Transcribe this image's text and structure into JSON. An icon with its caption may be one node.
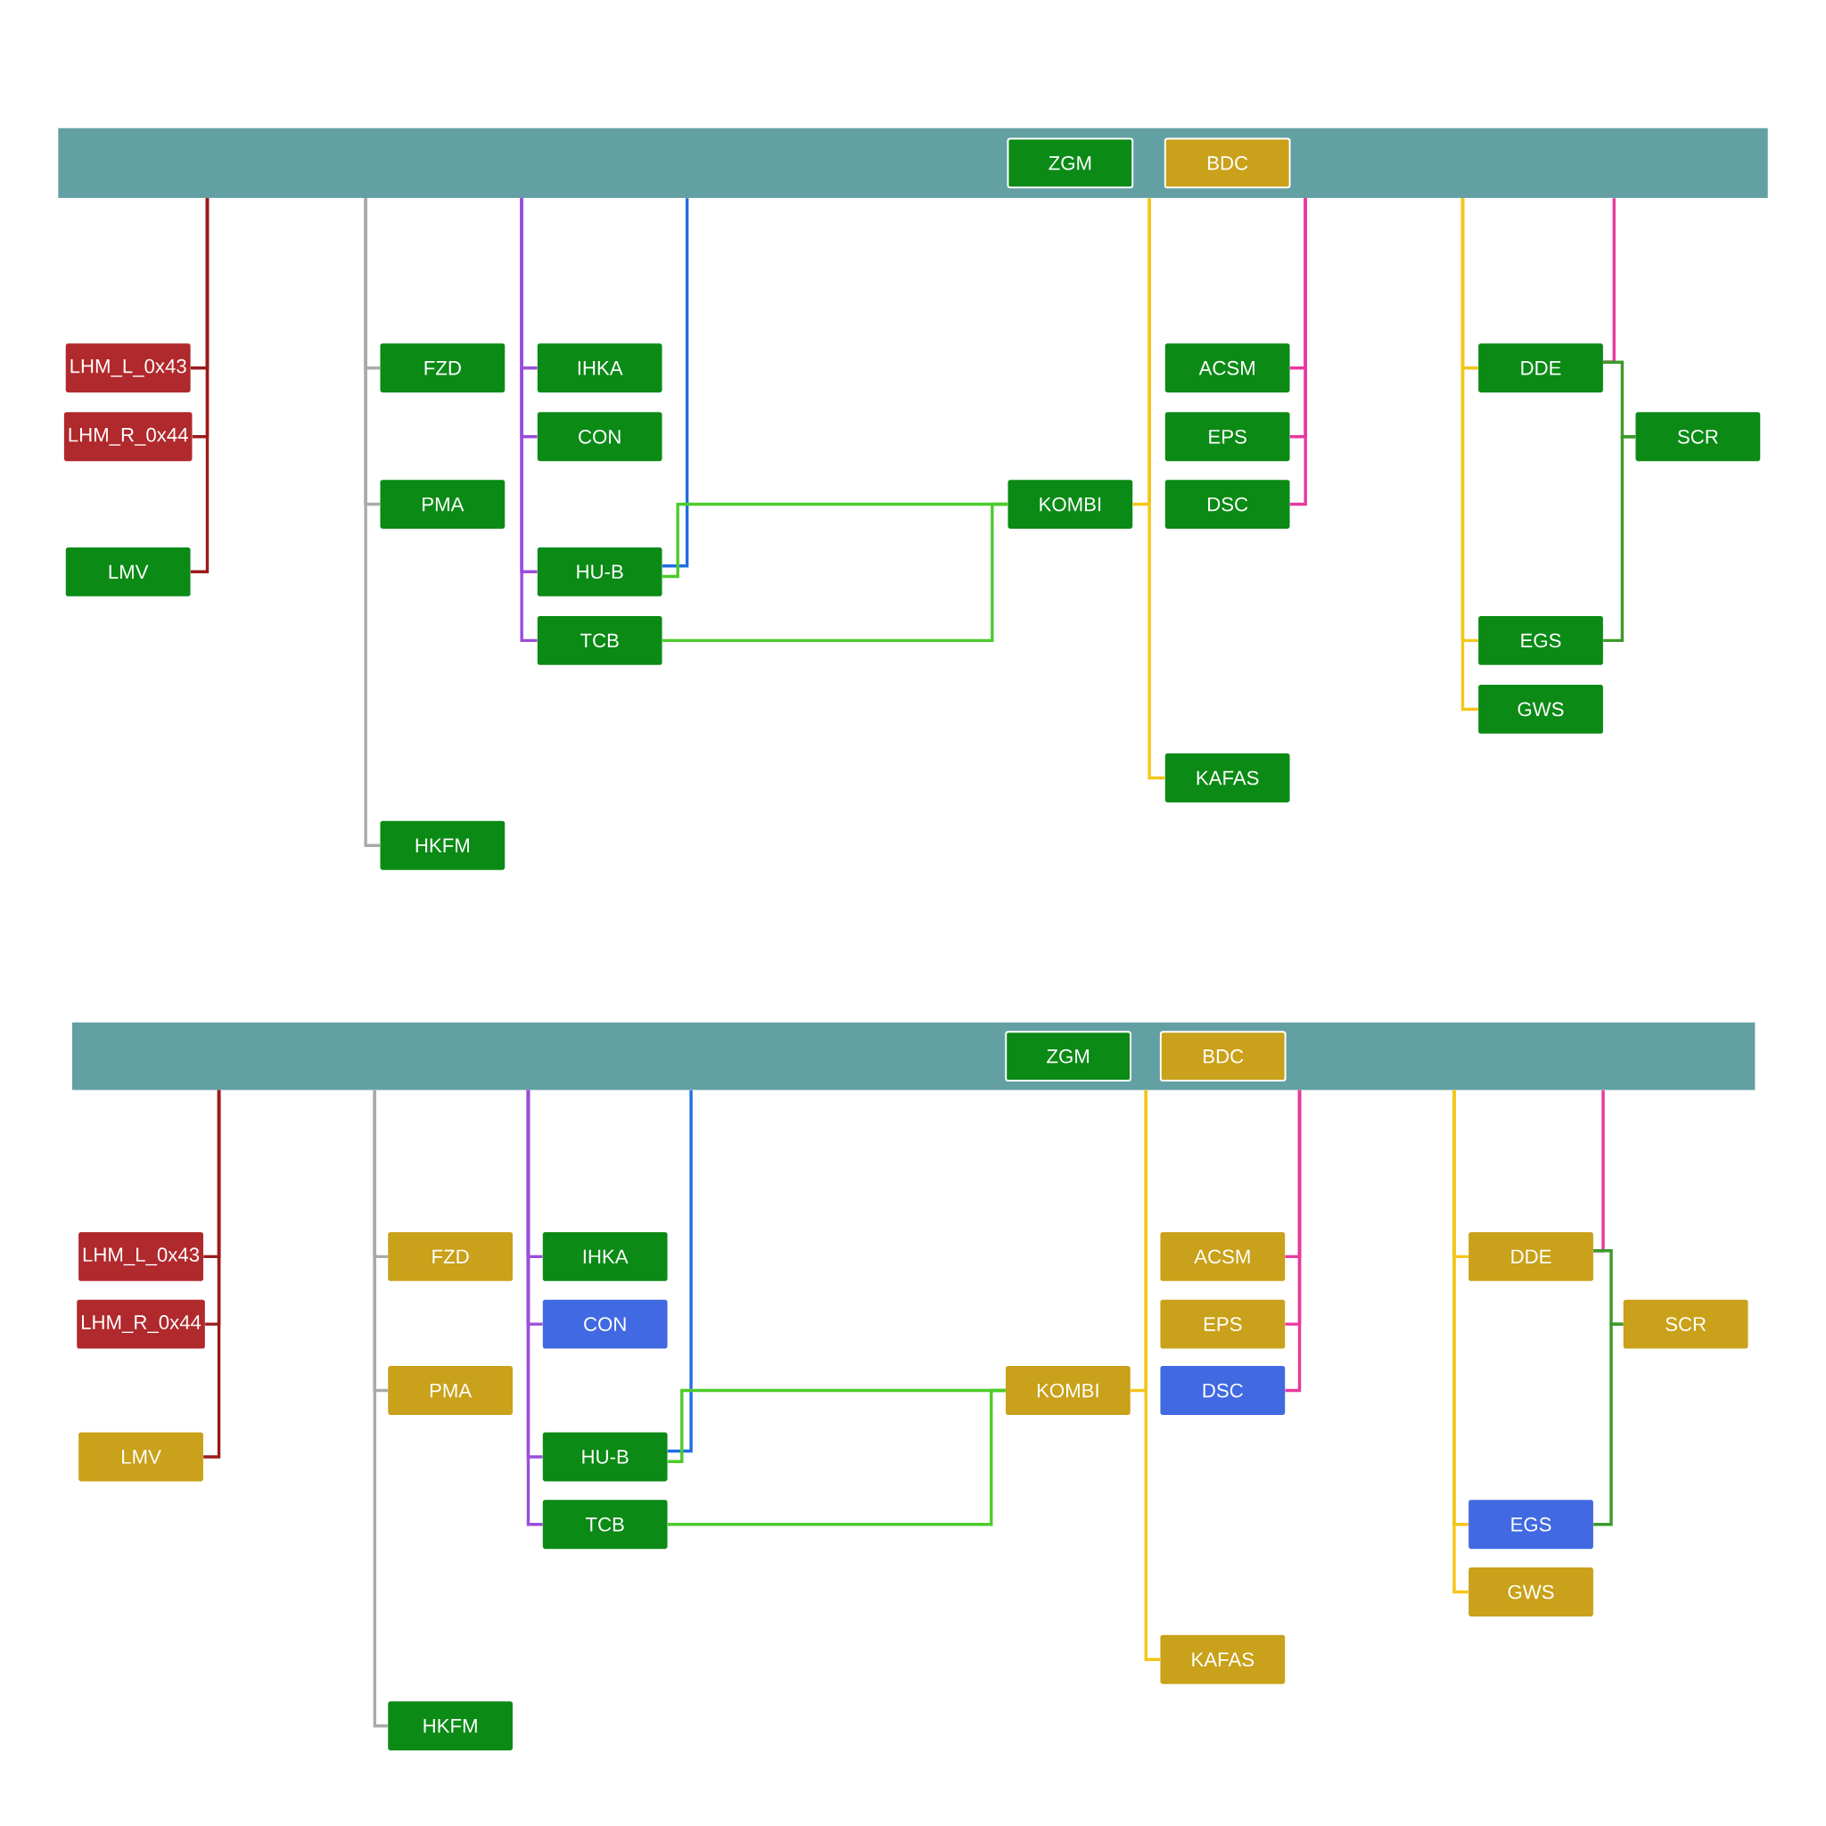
{
  "diagram": {
    "nodes": [
      {
        "text": [],
        "shape": "bar"
      },
      {
        "text": [
          "ZGM"
        ],
        "in": 0
      },
      {
        "text": [
          "BDC"
        ],
        "in": 0
      },
      {
        "text": [
          "LHM_L_0x43"
        ]
      },
      {
        "text": [
          "LHM_R_0x44"
        ]
      },
      {
        "text": [
          "LMV"
        ]
      },
      {
        "text": [
          "FZD"
        ]
      },
      {
        "text": [
          "PMA"
        ]
      },
      {
        "text": [
          "HKFM"
        ]
      },
      {
        "text": [
          "IHKA"
        ]
      },
      {
        "text": [
          "CON"
        ]
      },
      {
        "text": [
          "HU-B"
        ]
      },
      {
        "text": [
          "TCB"
        ]
      },
      {
        "text": [
          "KOMBI"
        ]
      },
      {
        "text": [
          "KAFAS"
        ]
      },
      {
        "text": [
          "ACSM"
        ]
      },
      {
        "text": [
          "EPS"
        ]
      },
      {
        "text": [
          "DSC"
        ]
      },
      {
        "text": [
          "DDE"
        ]
      },
      {
        "text": [
          "EGS"
        ]
      },
      {
        "text": [
          "GWS"
        ]
      },
      {
        "text": [
          "SCR"
        ]
      },
      {
        "text": [],
        "shape": "bar"
      },
      {
        "text": [
          "ZGM"
        ],
        "in": 22
      },
      {
        "text": [
          "BDC"
        ],
        "in": 22
      },
      {
        "text": [
          "LHM_L_0x43"
        ]
      },
      {
        "text": [
          "LHM_R_0x44"
        ]
      },
      {
        "text": [
          "LMV"
        ]
      },
      {
        "text": [
          "FZD"
        ]
      },
      {
        "text": [
          "PMA"
        ]
      },
      {
        "text": [
          "HKFM"
        ]
      },
      {
        "text": [
          "IHKA"
        ]
      },
      {
        "text": [
          "CON"
        ]
      },
      {
        "text": [
          "HU-B"
        ]
      },
      {
        "text": [
          "TCB"
        ]
      },
      {
        "text": [
          "KOMBI"
        ]
      },
      {
        "text": [
          "KAFAS"
        ]
      },
      {
        "text": [
          "ACSM"
        ]
      },
      {
        "text": [
          "EPS"
        ]
      },
      {
        "text": [
          "DSC"
        ]
      },
      {
        "text": [
          "DDE"
        ]
      },
      {
        "text": [
          "EGS"
        ]
      },
      {
        "text": [
          "GWS"
        ]
      },
      {
        "text": [
          "SCR"
        ]
      }
    ],
    "edges": [
      {
        "from": 0,
        "to": 3,
        "arrow": "none",
        "color": "#9b1b1b"
      },
      {
        "from": 0,
        "to": 4,
        "arrow": "none",
        "color": "#9b1b1b"
      },
      {
        "from": 0,
        "to": 5,
        "arrow": "none",
        "color": "#9b1b1b"
      },
      {
        "from": 0,
        "to": 6,
        "arrow": "none",
        "color": "#aaaaaa"
      },
      {
        "from": 0,
        "to": 7,
        "arrow": "none",
        "color": "#aaaaaa"
      },
      {
        "from": 0,
        "to": 8,
        "arrow": "none",
        "color": "#aaaaaa"
      },
      {
        "from": 0,
        "to": 9,
        "arrow": "none",
        "color": "#9b4ddb"
      },
      {
        "from": 0,
        "to": 10,
        "arrow": "none",
        "color": "#9b4ddb"
      },
      {
        "from": 0,
        "to": 11,
        "arrow": "none",
        "color": "#9b4ddb"
      },
      {
        "from": 0,
        "to": 12,
        "arrow": "none",
        "color": "#9b4ddb"
      },
      {
        "from": 0,
        "to": 11,
        "arrow": "none",
        "color": "#1e6fe0"
      },
      {
        "from": 11,
        "to": 13,
        "arrow": "none",
        "color": "#4ccc2a"
      },
      {
        "from": 12,
        "to": 13,
        "arrow": "none",
        "color": "#4ccc2a"
      },
      {
        "from": 0,
        "to": 13,
        "arrow": "none",
        "color": "#f5c518"
      },
      {
        "from": 0,
        "to": 14,
        "arrow": "none",
        "color": "#f5c518"
      },
      {
        "from": 0,
        "to": 15,
        "arrow": "none",
        "color": "#e8389e"
      },
      {
        "from": 0,
        "to": 16,
        "arrow": "none",
        "color": "#e8389e"
      },
      {
        "from": 0,
        "to": 17,
        "arrow": "none",
        "color": "#e8389e"
      },
      {
        "from": 0,
        "to": 18,
        "arrow": "none",
        "color": "#f5c518"
      },
      {
        "from": 0,
        "to": 19,
        "arrow": "none",
        "color": "#f5c518"
      },
      {
        "from": 0,
        "to": 20,
        "arrow": "none",
        "color": "#f5c518"
      },
      {
        "from": 0,
        "to": 18,
        "arrow": "none",
        "color": "#e8389e"
      },
      {
        "from": 18,
        "to": 21,
        "arrow": "none",
        "color": "#3c9a2a"
      },
      {
        "from": 19,
        "to": 21,
        "arrow": "none",
        "color": "#3c9a2a"
      },
      {
        "from": 22,
        "to": 25,
        "arrow": "none",
        "color": "#9b1b1b"
      },
      {
        "from": 22,
        "to": 26,
        "arrow": "none",
        "color": "#9b1b1b"
      },
      {
        "from": 22,
        "to": 27,
        "arrow": "none",
        "color": "#9b1b1b"
      },
      {
        "from": 22,
        "to": 28,
        "arrow": "none",
        "color": "#aaaaaa"
      },
      {
        "from": 22,
        "to": 29,
        "arrow": "none",
        "color": "#aaaaaa"
      },
      {
        "from": 22,
        "to": 30,
        "arrow": "none",
        "color": "#aaaaaa"
      },
      {
        "from": 22,
        "to": 31,
        "arrow": "none",
        "color": "#9b4ddb"
      },
      {
        "from": 22,
        "to": 32,
        "arrow": "none",
        "color": "#9b4ddb"
      },
      {
        "from": 22,
        "to": 33,
        "arrow": "none",
        "color": "#9b4ddb"
      },
      {
        "from": 22,
        "to": 34,
        "arrow": "none",
        "color": "#9b4ddb"
      },
      {
        "from": 22,
        "to": 33,
        "arrow": "none",
        "color": "#1e6fe0"
      },
      {
        "from": 33,
        "to": 35,
        "arrow": "none",
        "color": "#4ccc2a"
      },
      {
        "from": 34,
        "to": 35,
        "arrow": "none",
        "color": "#4ccc2a"
      },
      {
        "from": 22,
        "to": 35,
        "arrow": "none",
        "color": "#f5c518"
      },
      {
        "from": 22,
        "to": 36,
        "arrow": "none",
        "color": "#f5c518"
      },
      {
        "from": 22,
        "to": 37,
        "arrow": "none",
        "color": "#e8389e"
      },
      {
        "from": 22,
        "to": 38,
        "arrow": "none",
        "color": "#e8389e"
      },
      {
        "from": 22,
        "to": 39,
        "arrow": "none",
        "color": "#e8389e"
      },
      {
        "from": 22,
        "to": 40,
        "arrow": "none",
        "color": "#f5c518"
      },
      {
        "from": 22,
        "to": 41,
        "arrow": "none",
        "color": "#f5c518"
      },
      {
        "from": 22,
        "to": 42,
        "arrow": "none",
        "color": "#f5c518"
      },
      {
        "from": 22,
        "to": 40,
        "arrow": "none",
        "color": "#e8389e"
      },
      {
        "from": 40,
        "to": 43,
        "arrow": "none",
        "color": "#3c9a2a"
      },
      {
        "from": 41,
        "to": 43,
        "arrow": "none",
        "color": "#3c9a2a"
      }
    ]
  }
}
